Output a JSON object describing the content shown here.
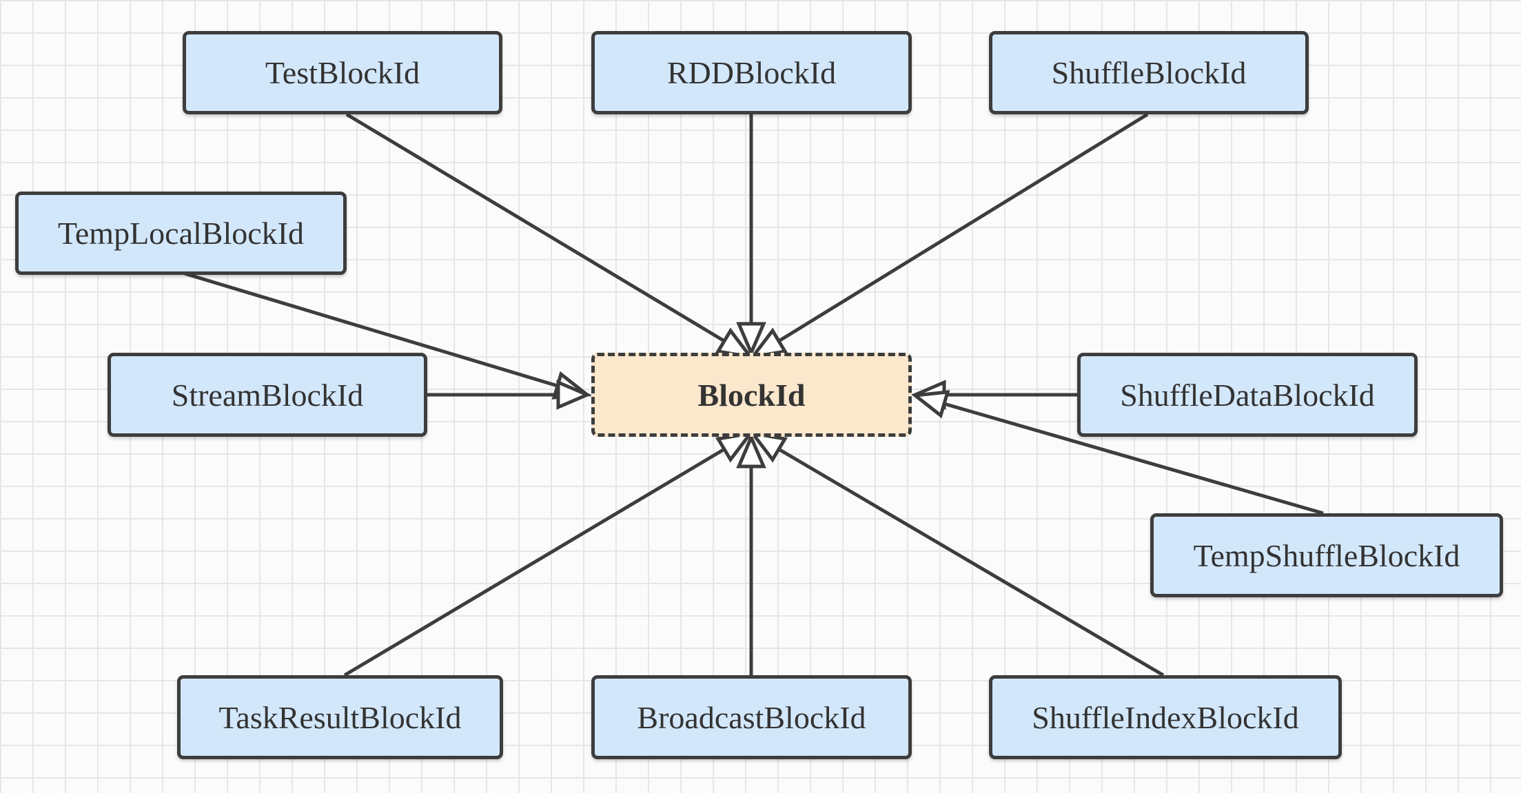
{
  "center": {
    "label": "BlockId"
  },
  "nodes": {
    "test": "TestBlockId",
    "rdd": "RDDBlockId",
    "shuffle": "ShuffleBlockId",
    "temp_local": "TempLocalBlockId",
    "stream": "StreamBlockId",
    "shuffle_data": "ShuffleDataBlockId",
    "temp_shuffle": "TempShuffleBlockId",
    "task_result": "TaskResultBlockId",
    "broadcast": "BroadcastBlockId",
    "shuffle_index": "ShuffleIndexBlockId"
  },
  "edges": [
    {
      "from": "TestBlockId",
      "to": "BlockId",
      "type": "inheritance"
    },
    {
      "from": "RDDBlockId",
      "to": "BlockId",
      "type": "inheritance"
    },
    {
      "from": "ShuffleBlockId",
      "to": "BlockId",
      "type": "inheritance"
    },
    {
      "from": "TempLocalBlockId",
      "to": "BlockId",
      "type": "inheritance"
    },
    {
      "from": "StreamBlockId",
      "to": "BlockId",
      "type": "inheritance"
    },
    {
      "from": "ShuffleDataBlockId",
      "to": "BlockId",
      "type": "inheritance"
    },
    {
      "from": "TempShuffleBlockId",
      "to": "BlockId",
      "type": "inheritance"
    },
    {
      "from": "TaskResultBlockId",
      "to": "BlockId",
      "type": "inheritance"
    },
    {
      "from": "BroadcastBlockId",
      "to": "BlockId",
      "type": "inheritance"
    },
    {
      "from": "ShuffleIndexBlockId",
      "to": "BlockId",
      "type": "inheritance"
    }
  ],
  "colors": {
    "node_fill": "#d3e7fb",
    "center_fill": "#fbe7cc",
    "stroke": "#3d3d3d"
  }
}
